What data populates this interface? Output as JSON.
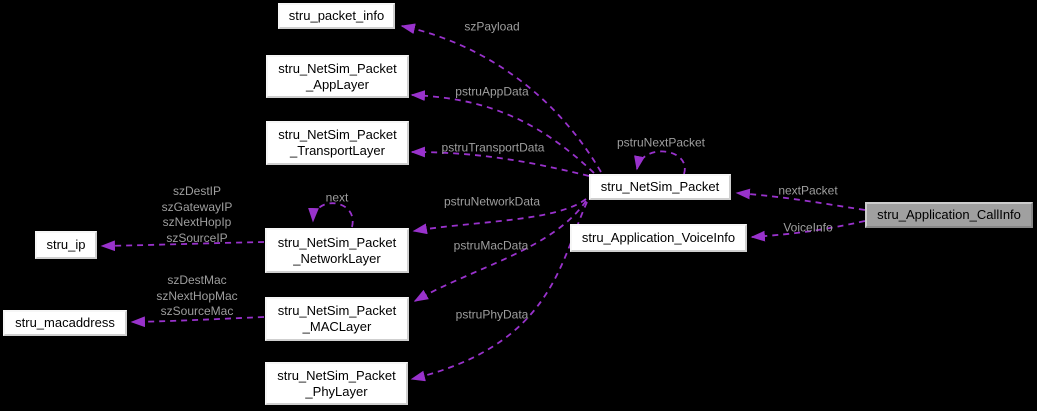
{
  "diagram": {
    "type": "doxygen-collaboration-graph",
    "colors": {
      "background": "#000000",
      "edge": "#9932CC",
      "edge_label_text": "#9e9e9e",
      "node_fill": "#ffffff",
      "node_text": "#000000",
      "highlight_node_fill": "#a0a0a0"
    }
  },
  "nodes": {
    "packet_info": {
      "label": "stru_packet_info"
    },
    "app_layer": {
      "label": "stru_NetSim_Packet\n_AppLayer"
    },
    "transport_layer": {
      "label": "stru_NetSim_Packet\n_TransportLayer"
    },
    "network_layer": {
      "label": "stru_NetSim_Packet\n_NetworkLayer"
    },
    "mac_layer": {
      "label": "stru_NetSim_Packet\n_MACLayer"
    },
    "phy_layer": {
      "label": "stru_NetSim_Packet\n_PhyLayer"
    },
    "ip": {
      "label": "stru_ip"
    },
    "macaddress": {
      "label": "stru_macaddress"
    },
    "netsim_packet": {
      "label": "stru_NetSim_Packet"
    },
    "voice_info": {
      "label": "stru_Application_VoiceInfo"
    },
    "call_info": {
      "label": "stru_Application_CallInfo"
    }
  },
  "edge_labels": {
    "payload": "szPayload",
    "app_data": "pstruAppData",
    "transport_data": "pstruTransportData",
    "next_packet_loop": "pstruNextPacket",
    "network_data": "pstruNetworkData",
    "mac_data": "pstruMacData",
    "phy_data": "pstruPhyData",
    "next_packet": "nextPacket",
    "voice_info": "VoiceInfo",
    "next": "next",
    "ip_fields": "szDestIP\nszGatewayIP\nszNextHopIp\nszSourceIP",
    "mac_fields": "szDestMac\nszNextHopMac\nszSourceMac"
  }
}
